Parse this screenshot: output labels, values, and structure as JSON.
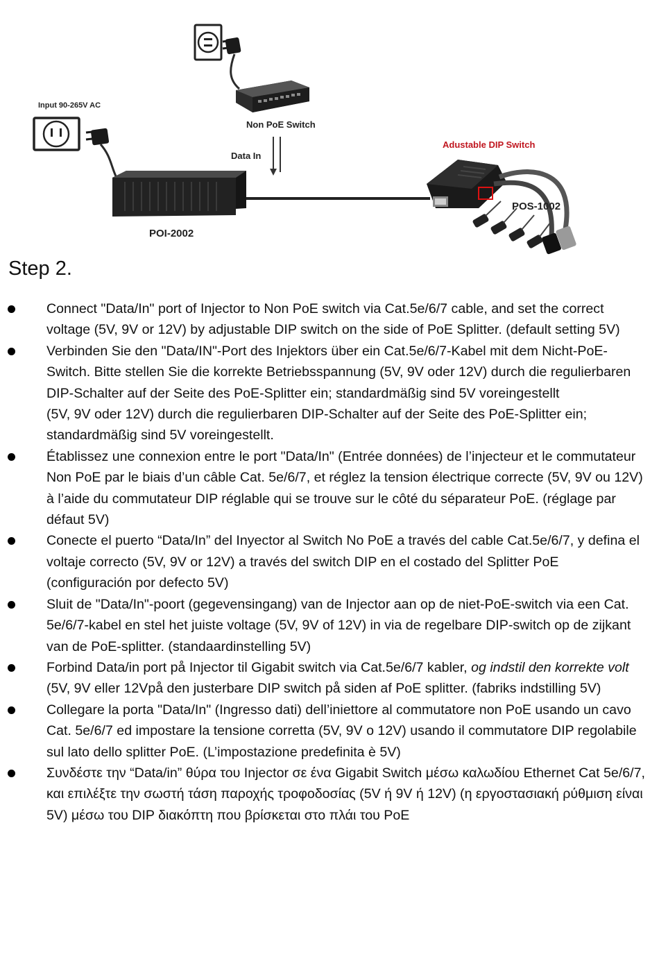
{
  "diagram": {
    "input_label": "Input 90-265V AC",
    "non_poe_switch_label": "Non PoE Switch",
    "data_in_label": "Data In",
    "dip_switch_label": "Adustable DIP Switch",
    "injector_label": "POI-2002",
    "splitter_label": "POS-1002",
    "colors": {
      "dip_label": "#c0161f",
      "device": "#1f1f1f",
      "cable": "#2b2b2b"
    }
  },
  "step_title": "Step 2.",
  "bullets": [
    {
      "lines": [
        "Connect \"Data/In\" port of Injector to Non PoE switch via Cat.5e/6/7 cable, and set the correct voltage (5V, 9V or 12V) by adjustable DIP switch on the side of PoE Splitter. (default setting 5V)"
      ]
    },
    {
      "lines": [
        "Verbinden Sie den \"Data/IN\"-Port des Injektors über ein Cat.5e/6/7-Kabel mit dem Nicht-PoE-Switch. Bitte stellen Sie die korrekte Betriebsspannung (5V, 9V oder 12V) durch die regulierbaren DIP-Schalter auf der Seite des PoE-Splitter ein; standardmäßig sind 5V voreingestellt",
        "(5V, 9V oder 12V) durch die regulierbaren DIP-Schalter auf der Seite des PoE-Splitter ein; standardmäßig sind 5V voreingestellt."
      ]
    },
    {
      "lines": [
        "Établissez une connexion entre le port \"Data/In\" (Entrée données) de l’injecteur et le commutateur Non PoE par le biais d’un câble Cat. 5e/6/7, et réglez la tension électrique correcte (5V, 9V ou 12V) à l’aide du commutateur DIP réglable qui se trouve sur le côté du séparateur PoE. (réglage par défaut 5V)"
      ]
    },
    {
      "lines": [
        "Conecte el puerto “Data/In” del Inyector al Switch No PoE a través del cable Cat.5e/6/7, y defina el voltaje correcto (5V, 9V or 12V) a través del switch DIP en el costado del Splitter PoE (configuración por defecto 5V)"
      ]
    },
    {
      "lines": [
        "Sluit de \"Data/In\"-poort (gegevensingang) van de Injector aan op de niet-PoE-switch via een Cat. 5e/6/7-kabel en stel het juiste voltage (5V, 9V of 12V) in via de regelbare DIP-switch op de zijkant van de PoE-splitter. (standaardinstelling 5V)"
      ]
    },
    {
      "parts": {
        "a": "Forbind Data/in port på Injector til Gigabit switch via Cat.5e/6/7 kabler, ",
        "b": "og indstil den korrekte volt",
        "c": " (5V,    9V eller 12Vpå den justerbare DIP switch på siden af PoE splitter. (fabriks indstilling 5V)"
      }
    },
    {
      "lines": [
        "Collegare la porta \"Data/In\" (Ingresso dati) dell’iniettore al commutatore non PoE usando un cavo Cat. 5e/6/7 ed impostare la tensione corretta (5V, 9V o 12V) usando il commutatore DIP regolabile sul lato dello splitter PoE. (L’impostazione predefinita è 5V)"
      ]
    },
    {
      "lines": [
        "Συνδέστε την “Data/in” θύρα του Injector σε ένα Gigabit Switch μέσω καλωδίου Ethernet Cat 5e/6/7, και επιλέξτε την σωστή τάση παροχής τροφοδοσίας (5V ή 9V ή 12V) (η εργοστασιακή ρύθμιση είναι 5V) μέσω του DIP διακόπτη που βρίσκεται στο πλάι του PoE"
      ]
    }
  ]
}
